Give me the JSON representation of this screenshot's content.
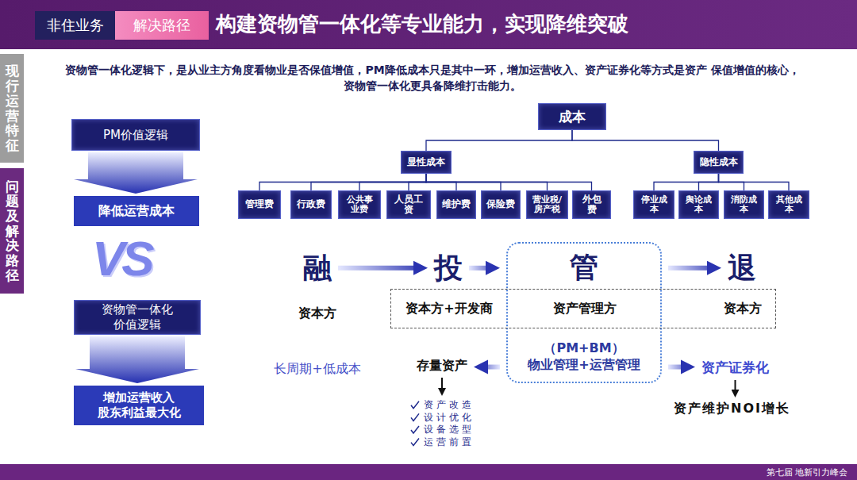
{
  "diagram": {
    "title": "构建资物管一体化等专业能力，实现降维突破",
    "nodes": [
      {
        "text": [
          "非住业务"
        ]
      },
      {
        "text": [
          "解决路径"
        ]
      },
      {
        "text": [
          "现行运营特征"
        ]
      },
      {
        "text": [
          "问题及解决路径"
        ]
      },
      {
        "text": [
          "PM价值逻辑"
        ]
      },
      {
        "text": [
          "降低运营成本"
        ]
      },
      {
        "text": [
          "资物管一体化 价值逻辑"
        ]
      },
      {
        "text": [
          "增加运营收入 股东利益最大化"
        ]
      },
      {
        "text": [
          "成本"
        ]
      },
      {
        "text": [
          "显性成本"
        ]
      },
      {
        "text": [
          "隐性成本"
        ]
      },
      {
        "text": [
          "管理费"
        ]
      },
      {
        "text": [
          "行政费"
        ]
      },
      {
        "text": [
          "公共事 业费"
        ]
      },
      {
        "text": [
          "人员工资"
        ]
      },
      {
        "text": [
          "维护费"
        ]
      },
      {
        "text": [
          "保险费"
        ]
      },
      {
        "text": [
          "营业税/ 房产税"
        ]
      },
      {
        "text": [
          "外包费"
        ]
      },
      {
        "text": [
          "停业成本"
        ]
      },
      {
        "text": [
          "舆论成本"
        ]
      },
      {
        "text": [
          "消防成本"
        ]
      },
      {
        "text": [
          "其他成本"
        ]
      },
      {
        "text": [
          "融"
        ]
      },
      {
        "text": [
          "投"
        ]
      },
      {
        "text": [
          "管",
          "（PM+BM） 物业管理+运营管理"
        ]
      },
      {
        "text": [
          "退"
        ]
      },
      {
        "text": [
          "资本方+开发商",
          "资产管理方",
          "资本方"
        ]
      },
      {
        "text": [
          "存量资产"
        ]
      },
      {
        "text": [
          "资产改造",
          "设计优化",
          "设备选型",
          "运营前置"
        ]
      },
      {
        "text": [
          "资产证券化"
        ]
      },
      {
        "text": [
          "资产维护NOI增长"
        ]
      }
    ],
    "edges": [
      {
        "from": 4,
        "to": 5,
        "arrow": "to"
      },
      {
        "from": 6,
        "to": 7,
        "arrow": "to"
      },
      {
        "from": 8,
        "to": 9,
        "arrow": "none"
      },
      {
        "from": 8,
        "to": 10,
        "arrow": "none"
      },
      {
        "from": 9,
        "to": 11,
        "arrow": "none"
      },
      {
        "from": 9,
        "to": 12,
        "arrow": "none"
      },
      {
        "from": 9,
        "to": 13,
        "arrow": "none"
      },
      {
        "from": 9,
        "to": 14,
        "arrow": "none"
      },
      {
        "from": 9,
        "to": 15,
        "arrow": "none"
      },
      {
        "from": 9,
        "to": 16,
        "arrow": "none"
      },
      {
        "from": 9,
        "to": 17,
        "arrow": "none"
      },
      {
        "from": 9,
        "to": 18,
        "arrow": "none"
      },
      {
        "from": 10,
        "to": 19,
        "arrow": "none"
      },
      {
        "from": 10,
        "to": 20,
        "arrow": "none"
      },
      {
        "from": 10,
        "to": 21,
        "arrow": "none"
      },
      {
        "from": 10,
        "to": 22,
        "arrow": "none"
      },
      {
        "from": 23,
        "to": 24,
        "arrow": "to"
      },
      {
        "from": 24,
        "to": 25,
        "arrow": "to"
      },
      {
        "from": 25,
        "to": 26,
        "arrow": "to"
      },
      {
        "from": 25,
        "to": 28,
        "arrow": "to"
      },
      {
        "from": 25,
        "to": 30,
        "arrow": "to"
      },
      {
        "from": 28,
        "to": 29,
        "arrow": "to"
      },
      {
        "from": 30,
        "to": 31,
        "arrow": "to"
      }
    ],
    "labels": [
      "资物管一体化逻辑下，是从业主方角度看物业是否保值增值，PM降低成本只是其中一环，增加运营收入、资产证券化等方式是资产 保值增值的核心，资物管一体化更具备降维打击能力。",
      "VS",
      "资本方",
      "长周期+低成本",
      "第七届 地新引力峰会"
    ]
  }
}
